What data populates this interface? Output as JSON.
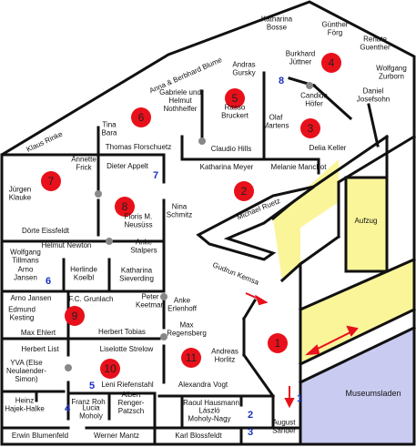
{
  "colors": {
    "wall": "#111111",
    "circle_red": "#e8101a",
    "dot_grey": "#888888",
    "blue_number": "#1a2fbf",
    "yellow_stair": "#fbf59a",
    "museum_blue": "#c9cbf1",
    "arrow_red": "#e8101a"
  },
  "rooms": [
    {
      "number": "1"
    },
    {
      "number": "2"
    },
    {
      "number": "3"
    },
    {
      "number": "4"
    },
    {
      "number": "5"
    },
    {
      "number": "6"
    },
    {
      "number": "7"
    },
    {
      "number": "8"
    },
    {
      "number": "9"
    },
    {
      "number": "10"
    },
    {
      "number": "11"
    }
  ],
  "blue_numbers": [
    "1",
    "2",
    "3",
    "4",
    "5",
    "6",
    "7",
    "8"
  ],
  "labels": {
    "katharina_bosse": "Katharina\nBosse",
    "guenther_foerg": "Günther\nFörg",
    "renate_guenther": "Renate\nGuenther",
    "anna_berbhard_blume": "Anna & Berbhard Blume",
    "klaus_rinke": "Klaus Rinke",
    "andras_gursky": "Andras\nGursky",
    "burkhard_juettner": "Burkhard\nJüttner",
    "wolfgang_zurborn": "Wolfgang\nZurborn",
    "daniel_josefsohn": "Daniel\nJosefsohn",
    "gabriele_helmut": "Gabriele und\nHelmut\nNothhelfer",
    "rasso_bruckert": "Rasso\nBruckert",
    "candida_hoefer": "Candida\nHöfer",
    "olaf_martens": "Olaf\nMartens",
    "tina_bara": "Tina\nBara",
    "thomas_florschuetz": "Thomas Florschuetz",
    "claudio_hills": "Claudio Hills",
    "delia_keller": "Delia Keller",
    "annette_frick": "Annette\nFrick",
    "dieter_appelt": "Dieter Appelt",
    "katharina_meyer": "Katharina Meyer",
    "melanie_manchot": "Melanie Manchot",
    "juergen_klauke": "Jürgen\nKlauke",
    "floris_neusuess": "Floris M.\nNeusüss",
    "nina_schmitz": "Nina\nSchmitz",
    "michael_ruetz": "Michael Ruetz",
    "aufzug": "Aufzug",
    "doerte_eissfeldt": "Dörte Eissfeldt",
    "helmut_newton": "Helmut Newton",
    "anke_stalpers": "Anke\nStalpers",
    "wolfgang_tillmans": "Wolfgang\nTillmans",
    "arno_jansen_top": "Arno\nJansen",
    "herlinde_koelbl": "Herlinde\nKoelbl",
    "katharina_sieverding": "Katharina\nSieverding",
    "gudrun_kemsa": "Gudrun Kemsa",
    "arno_jansen": "Arno Jansen",
    "fc_grunlach": "F.C. Grunlach",
    "peter_keetman": "Peter\nKeetman",
    "anke_erlenhoff": "Anke\nErlenhoff",
    "edmund_kesting": "Edmund\nKesting",
    "max_ehlert": "Max Ehlert",
    "herbert_tobias": "Herbert Tobias",
    "max_regensberg": "Max\nRegensberg",
    "herbert_list": "Herbert List",
    "liselotte_strelow": "Liselotte Strelow",
    "andreas_horlitz": "Andreas\nHorlitz",
    "yva": "YVA (Else\nNeulaender-\nSimon)",
    "leni_riefenstahl": "Leni Riefenstahl",
    "alexandra_vogt": "Alexandra Vogt",
    "museumsladen": "Museumsladen",
    "heinz_hajek": "Heinz\nHajek-Halke",
    "franz_roh": "Franz Roh",
    "lucia_moholy": "Lucia\nMoholy",
    "albert_renger": "Albert\nRenger-\nPatzsch",
    "raoul_hausmann": "Raoul Hausmann",
    "laszlo_moholy": "László\nMoholy-Nagy",
    "erwin_blumenfeld": "Erwin Blumenfeld",
    "werner_mantz": "Werner Mantz",
    "karl_blossfeldt": "Karl Blossfeldt",
    "august_sander": "August\nSander"
  }
}
